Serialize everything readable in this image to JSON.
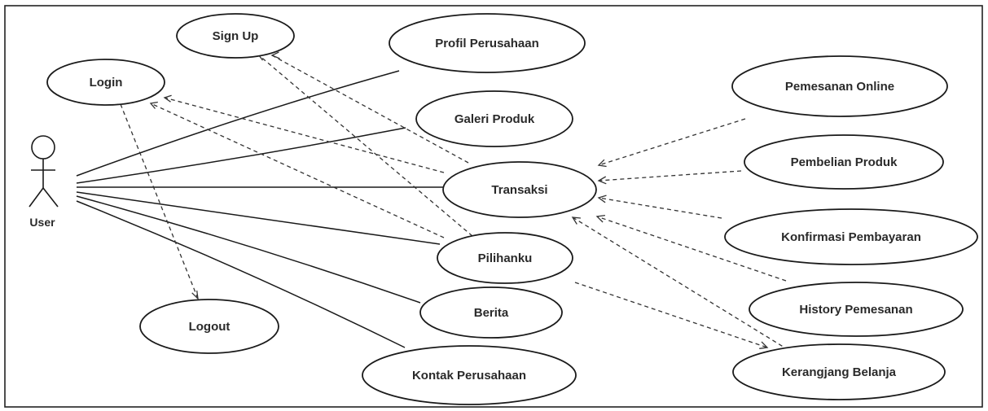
{
  "actor": {
    "name": "User"
  },
  "use_cases": {
    "sign_up": "Sign Up",
    "profil_perusahaan": "Profil Perusahaan",
    "login": "Login",
    "galeri_produk": "Galeri Produk",
    "transaksi": "Transaksi",
    "pilihanku": "Pilihanku",
    "logout": "Logout",
    "berita": "Berita",
    "kontak_perusahaan": "Kontak Perusahaan",
    "pemesanan_online": "Pemesanan Online",
    "pembelian_produk": "Pembelian Produk",
    "konfirmasi_pembayaran": "Konfirmasi Pembayaran",
    "history_pemesanan": "History Pemesanan",
    "kerangjang_belanja": "Kerangjang Belanja"
  },
  "colors": {
    "line": "#1a1a1a",
    "background": "#ffffff"
  }
}
